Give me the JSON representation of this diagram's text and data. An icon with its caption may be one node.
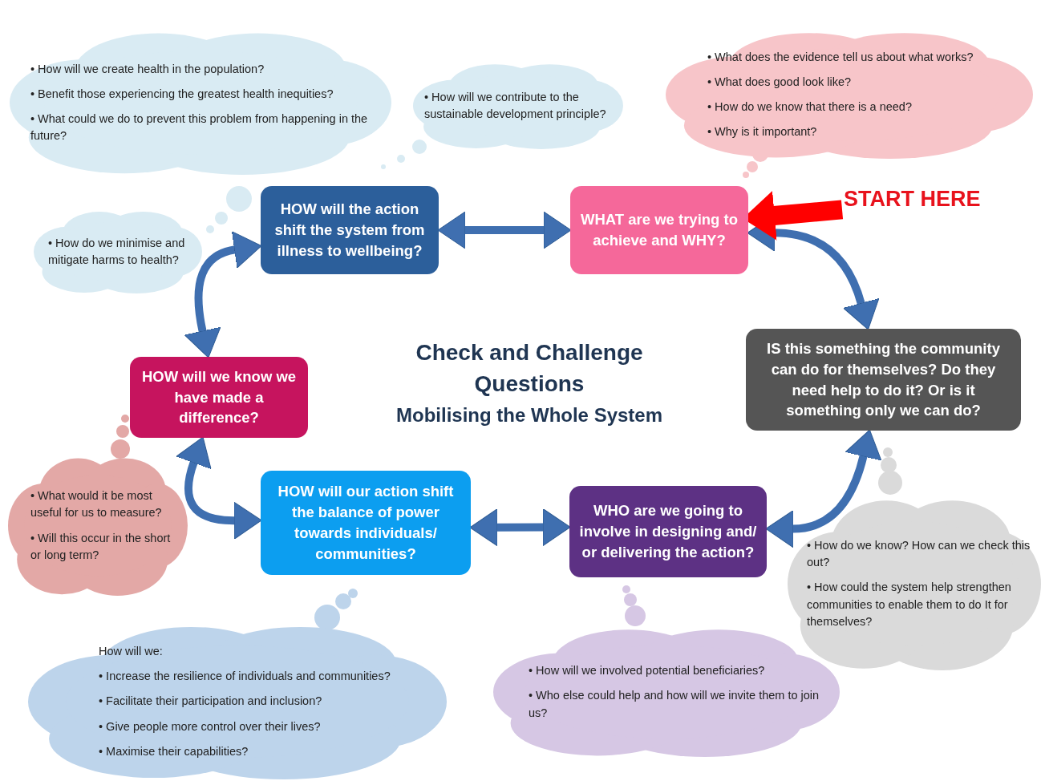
{
  "diagram": {
    "title": "Check and Challenge Questions",
    "nodes": [
      {
        "text": [
          "WHAT are we trying to achieve and WHY?"
        ]
      },
      {
        "text": [
          "IS this something the community can do for themselves? Do they need help to do it? Or is it something only we can do?"
        ]
      },
      {
        "text": [
          "WHO are we going to involve in designing and/ or delivering the action?"
        ]
      },
      {
        "text": [
          "HOW will our action shift the balance of power towards individuals/ communities?"
        ]
      },
      {
        "text": [
          "HOW will we know we have made a difference?"
        ]
      },
      {
        "text": [
          "HOW will the action shift the system from illness to wellbeing?"
        ]
      },
      {
        "text": [
          "• What does the evidence tell us about what works?",
          "• What does good look like?",
          "• How do we know that there is a need?",
          "• Why is it important?"
        ]
      },
      {
        "text": [
          "• How will we create health in the population?",
          "• Benefit those experiencing the greatest health inequities?",
          "• What could we do to prevent this problem from happening in the future?"
        ]
      },
      {
        "text": [
          "• How will we contribute to the sustainable development principle?"
        ]
      },
      {
        "text": [
          "• How do we minimise and mitigate harms to health?"
        ]
      },
      {
        "text": [
          "• What would it be most useful for us to measure?",
          "• Will this occur in the short or long term?"
        ]
      },
      {
        "text": [
          "How will we:",
          "• Increase the resilience of individuals and communities?",
          "• Facilitate their participation and inclusion?",
          "• Give people more control over their lives?",
          "• Maximise their capabilities?"
        ]
      },
      {
        "text": [
          "• How will we involved potential beneficiaries?",
          "• Who else could help and how will we invite them to join  us?"
        ]
      },
      {
        "text": [
          "• How do we know? How can we check this out?",
          "• How could the system help strengthen communities to enable them to do It for themselves?"
        ]
      },
      {
        "text": [
          "START HERE"
        ]
      }
    ],
    "edges": [
      {
        "from": 5,
        "to": 0,
        "arrow": "both"
      },
      {
        "from": 0,
        "to": 1,
        "arrow": "both"
      },
      {
        "from": 1,
        "to": 2,
        "arrow": "both"
      },
      {
        "from": 2,
        "to": 3,
        "arrow": "both"
      },
      {
        "from": 3,
        "to": 4,
        "arrow": "both"
      },
      {
        "from": 4,
        "to": 5,
        "arrow": "both"
      },
      {
        "from": 14,
        "to": 0,
        "arrow": "to",
        "style": "thick",
        "color": "#ff0000"
      }
    ],
    "labels": [
      "Mobilising the Whole System"
    ]
  }
}
